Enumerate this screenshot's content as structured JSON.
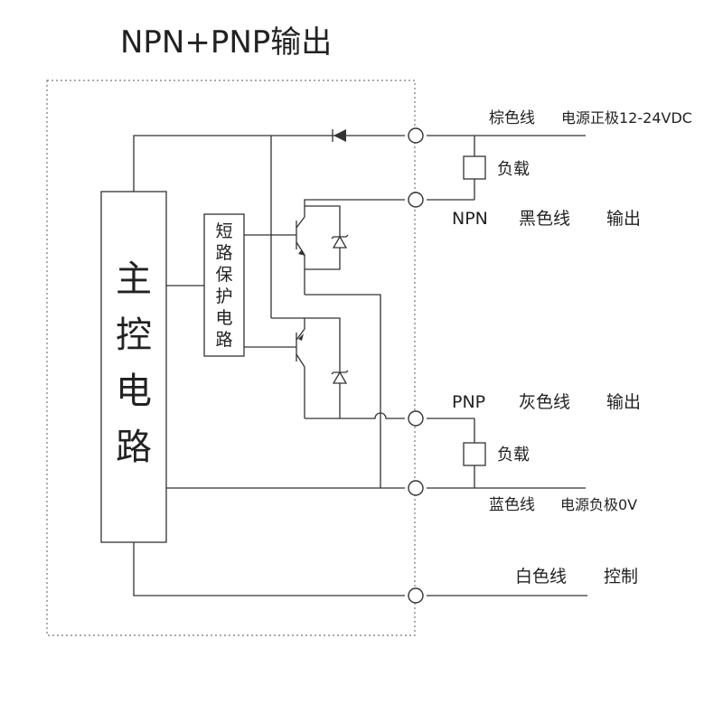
{
  "title": "NPN+PNP输出",
  "main_block": [
    "主",
    "控",
    "电",
    "路"
  ],
  "protection_block": [
    "短",
    "路",
    "保",
    "护",
    "电",
    "路"
  ],
  "load_label": "负载",
  "terminals": {
    "brown": {
      "wire": "棕色线",
      "desc": "电源正极12-24VDC"
    },
    "black": {
      "type": "NPN",
      "wire": "黑色线",
      "desc": "输出"
    },
    "gray": {
      "type": "PNP",
      "wire": "灰色线",
      "desc": "输出"
    },
    "blue": {
      "wire": "蓝色线",
      "desc": "电源负极0V"
    },
    "white": {
      "wire": "白色线",
      "desc": "控制"
    }
  }
}
